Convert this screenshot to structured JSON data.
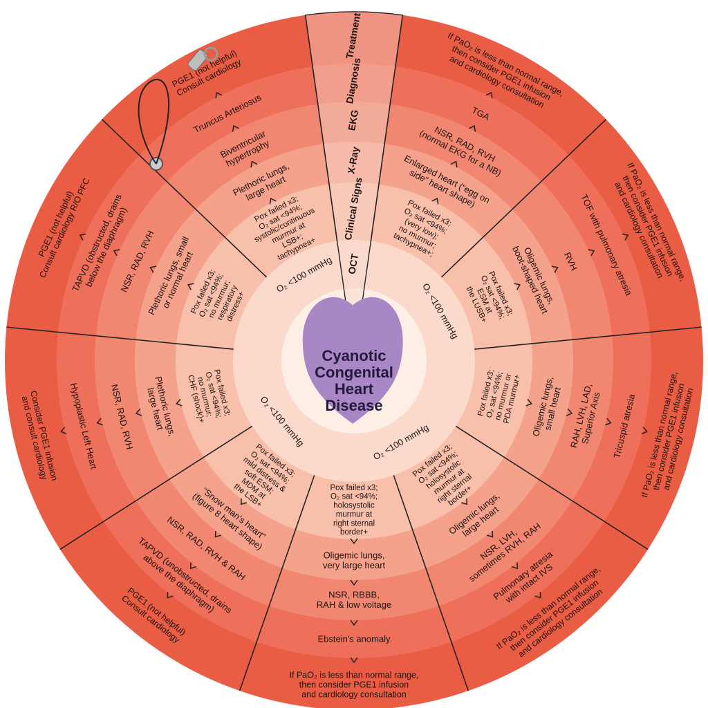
{
  "center_title": [
    "Cyanotic",
    "Congenital",
    "Heart",
    "Disease"
  ],
  "level_labels": [
    "Treatment",
    "Diagnosis",
    "EKG",
    "X-Ray",
    "Clinical Signs",
    "OCT"
  ],
  "branch_labels": [
    "O₂ <100 mmHg",
    "O₂ <100 mmHg",
    "O₂ <100 mmHg",
    "O₂ <100 mmHg"
  ],
  "colors": {
    "ring_outer": "#ea5d45",
    "ring_2": "#ee705a",
    "ring_3": "#f18770",
    "ring_4": "#f4a28c",
    "ring_5": "#f8bfaa",
    "ring_6": "#fbdacb",
    "ring_inner": "#fdeee6",
    "heart": "#a986c4",
    "lines": "#222222"
  },
  "sectors": [
    {
      "id": "tga",
      "treatment": [
        "If PaO₂ is less than normal range,",
        "then consider PGE1 infusion",
        "and cardiology consultation"
      ],
      "diagnosis": [
        "TGA"
      ],
      "ekg": [
        "NSR, RAD, RVH",
        "(normal EKG for a NB)"
      ],
      "xray": [
        "Enlarged heart (“egg on",
        "side” heart shape)"
      ],
      "clinical": [
        "Pox failed x3;",
        "O₂ sat <94%;",
        "(very low);",
        "no murmur;",
        "tachypnea+;"
      ]
    },
    {
      "id": "tof",
      "treatment": [
        "If PaO₂ is less than normal range,",
        "then consider PGE1 infusion",
        "and cardiology consultation"
      ],
      "diagnosis": [
        "TOF with pulmonary atresia"
      ],
      "ekg": [
        "RVH"
      ],
      "xray": [
        "Oligemic lungs,",
        "boot-shaped heart"
      ],
      "clinical": [
        "Pox failed x3;",
        "O₂ sat <94%;",
        "ESM at",
        "the LUSB+"
      ]
    },
    {
      "id": "tricuspid",
      "treatment": [
        "If PaO₂ is less than normal range,",
        "then consider PGE1 infusion",
        "and cardiology consultation"
      ],
      "diagnosis": [
        "Tricuspid atresia"
      ],
      "ekg": [
        "RAH, LVH, LAD,",
        "Superior Axis"
      ],
      "xray": [
        "Oligemic lungs,",
        "small heart"
      ],
      "clinical": [
        "Pox failed x3;",
        "O₂ sat <94%;",
        "no murmur or",
        "PDA murmur+"
      ]
    },
    {
      "id": "pa-ivs",
      "treatment": [
        "If PaO₂ is less than normal range,",
        "then consider PGE1 infusion",
        "and cardiology consultation"
      ],
      "diagnosis": [
        "Pulmonary atresia",
        "with intact IVS"
      ],
      "ekg": [
        "NSR, LVH,",
        "sometimes RVH, RAH"
      ],
      "xray": [
        "Oligemic lungs,",
        "large heart"
      ],
      "clinical": [
        "Pox failed x3;",
        "O₂ sat <94%;",
        "holosystolic",
        "murmur at",
        "right sternal",
        "border+"
      ]
    },
    {
      "id": "ebstein",
      "treatment": [
        "If PaO₂ is less than normal range,",
        "then consider PGE1 infusion",
        "and cardiology consultation"
      ],
      "diagnosis": [
        "Ebstein's anomaly"
      ],
      "ekg": [
        "NSR, RBBB,",
        "RAH & low voltage"
      ],
      "xray": [
        "Oligemic lungs,",
        "very large heart"
      ],
      "clinical": [
        "Pox failed x3;",
        "O₂ sat <94%;",
        "holosystolic",
        "murmur at",
        "right sternal",
        "border+"
      ]
    },
    {
      "id": "tapvd-unobstructed",
      "treatment": [
        "PGE1 (not helpful)",
        "Consult cardiology"
      ],
      "diagnosis": [
        "TAPVD (unobstructed, drains",
        "above the diaphragm)"
      ],
      "ekg": [
        "NSR, RAD, RVH & RAH"
      ],
      "xray": [
        "“Snow man's heart”",
        "(figure 8 heart shape)"
      ],
      "clinical": [
        "Pox failed x3;",
        "O₂ sat <94%;",
        "mild distress &",
        "soft ESM;",
        "MDM at",
        "the LSB+"
      ]
    },
    {
      "id": "hlhs",
      "treatment": [
        "Consider PGE1 infusion",
        "and consult cardiology"
      ],
      "diagnosis": [
        "Hypoplastic Left Heart"
      ],
      "ekg": [
        "NSR, RAD, RVH"
      ],
      "xray": [
        "Plethoric lungs,",
        "large heart"
      ],
      "clinical": [
        "Pox failed x3;",
        "O₂ sat <94%;",
        "no murmur;",
        "CHF (shock)+"
      ]
    },
    {
      "id": "tapvd-obstructed",
      "treatment": [
        "PGE1 (not helpful)",
        "Consult cardiology R/O PFC"
      ],
      "diagnosis": [
        "TAPVD (obstructed, drains",
        "below the diaphragm)"
      ],
      "ekg": [
        "NSR, RAD, RVH"
      ],
      "xray": [
        "Plethoric lungs, small",
        "or normal heart"
      ],
      "clinical": [
        "Pox failed x3;",
        "O₂ sat <94%;",
        "no murmur;",
        "respiratory",
        "distress+"
      ]
    },
    {
      "id": "truncus",
      "treatment": [
        "PGE1 (not helpful)",
        "Consult cardiology"
      ],
      "diagnosis": [
        "Truncus Arteriosus"
      ],
      "ekg": [
        "Biventricular",
        "hypertrophy"
      ],
      "xray": [
        "Plethoric lungs,",
        "large heart"
      ],
      "clinical": [
        "Pox failed x3;",
        "O₂ sat <94%;",
        "systolic/continuous",
        "murmur at",
        "LSB+;",
        "tachypnea+"
      ]
    }
  ]
}
